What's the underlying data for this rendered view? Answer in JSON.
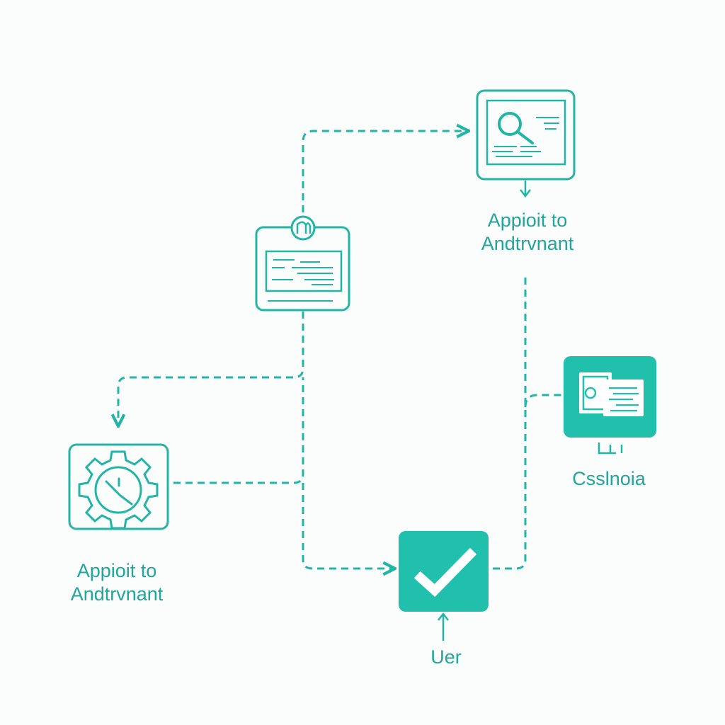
{
  "colors": {
    "accent": "#22b5a6",
    "accent_fill": "#20c0ad",
    "text": "#22a59a",
    "background": "#fbfdfc"
  },
  "nodes": {
    "search_node": {
      "icon": "search-screen-icon",
      "label_line1": "Appioit to",
      "label_line2": "Andtrvnant"
    },
    "form_node": {
      "icon": "form-window-icon"
    },
    "settings_node": {
      "icon": "gear-clock-icon",
      "label_line1": "Appioit to",
      "label_line2": "Andtrvnant"
    },
    "console_node": {
      "icon": "console-screens-icon",
      "label": "Csslnoia"
    },
    "approve_node": {
      "icon": "checkmark-icon",
      "label": "Uer"
    }
  }
}
